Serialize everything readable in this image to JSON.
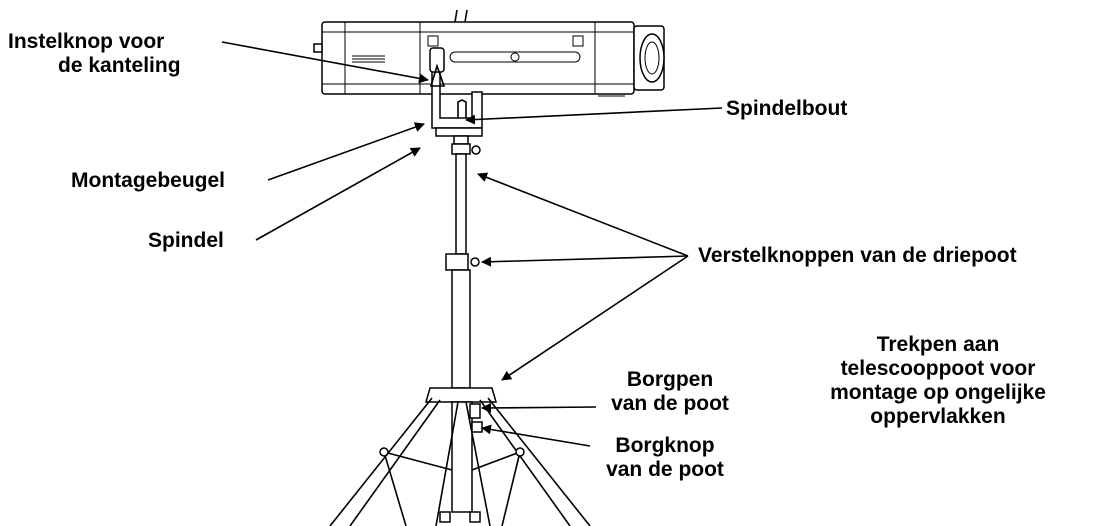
{
  "labels": {
    "tilt_knob_line1": "Instelknop voor",
    "tilt_knob_line2": "de kanteling",
    "spindle_bolt": "Spindelbout",
    "mounting_bracket": "Montagebeugel",
    "spindle": "Spindel",
    "tripod_knobs": "Verstelknoppen van de driepoot",
    "pull_pin_line1": "Trekpen aan",
    "pull_pin_line2": "telescooppoot voor",
    "pull_pin_line3": "montage op ongelijke",
    "pull_pin_line4": "oppervlakken",
    "leg_lock_pin_line1": "Borgpen",
    "leg_lock_pin_line2": "van de poot",
    "leg_lock_knob_line1": "Borgknop",
    "leg_lock_knob_line2": "van de poot"
  },
  "colors": {
    "ink": "#000000",
    "background": "#ffffff"
  }
}
